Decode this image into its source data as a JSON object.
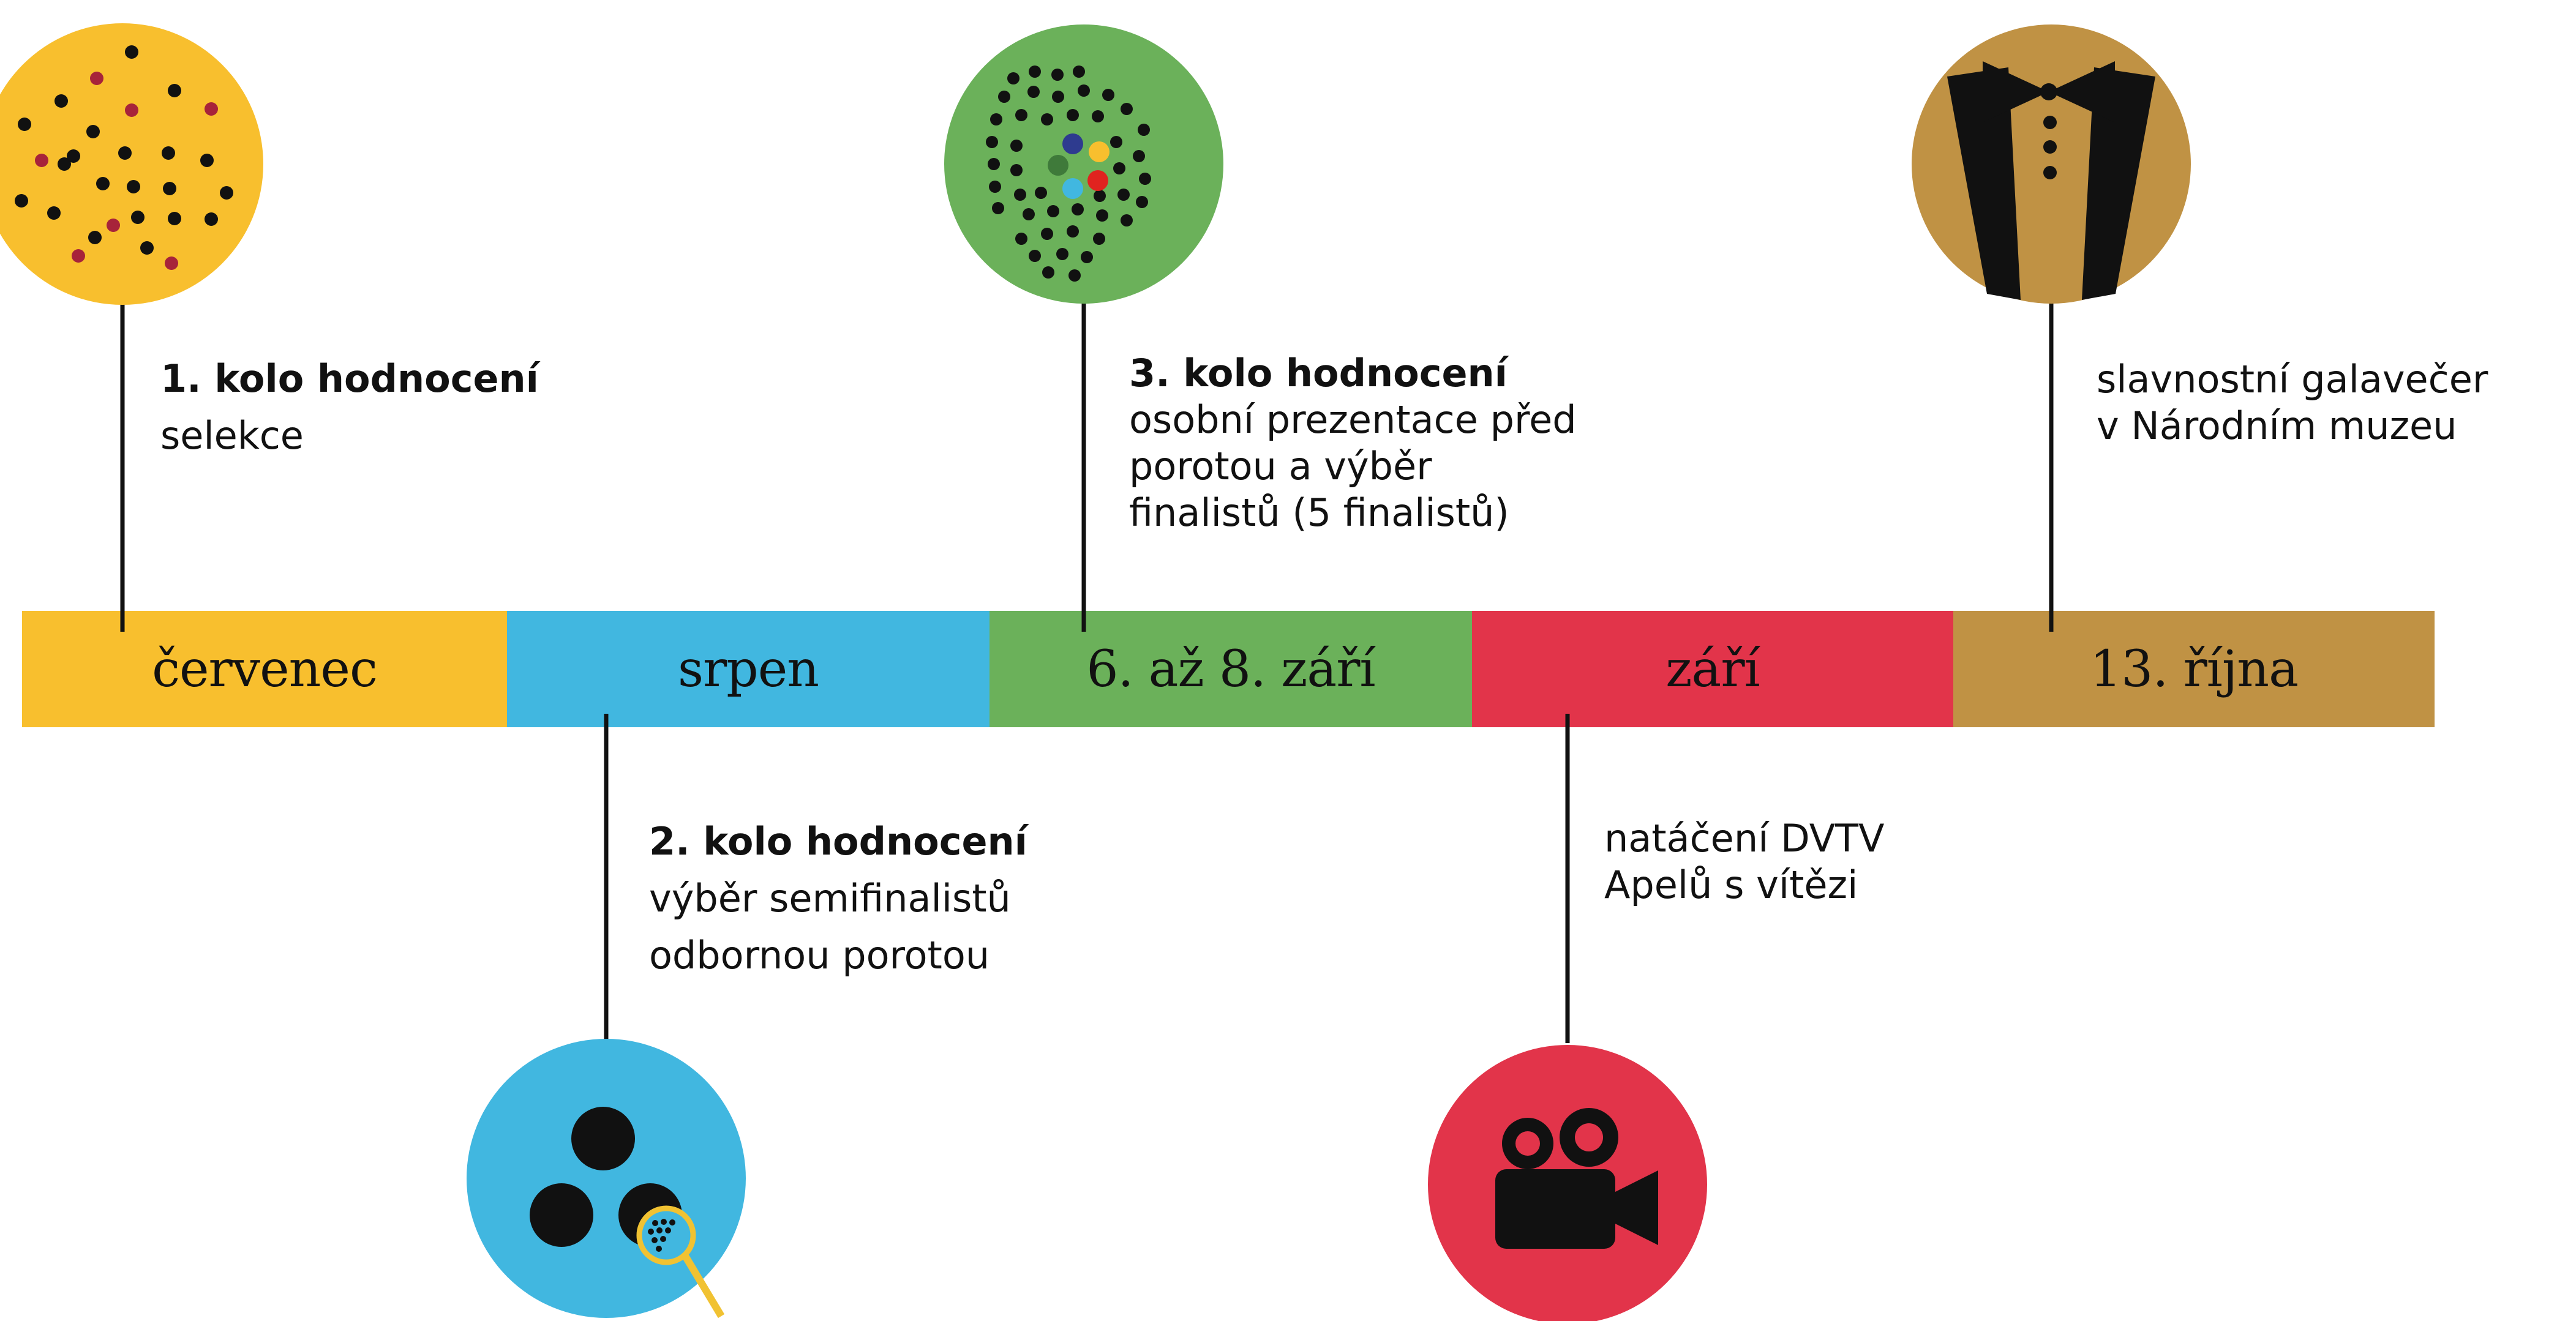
{
  "timeline": {
    "segments": [
      {
        "label": "červenec",
        "color": "#f8bf2e"
      },
      {
        "label": "srpen",
        "color": "#41b7e0"
      },
      {
        "label": "6. až 8. září",
        "color": "#6bb15a"
      },
      {
        "label": "září",
        "color": "#e2344a"
      },
      {
        "label": "13. října",
        "color": "#c09244"
      }
    ]
  },
  "milestones": {
    "round1": {
      "heading": "1. kolo hodnocení",
      "body": "selekce"
    },
    "round2": {
      "heading": "2. kolo hodnocení",
      "body": [
        "výběr semifinalistů",
        "odbornou porotou"
      ]
    },
    "round3": {
      "heading": "3. kolo hodnocení",
      "body": [
        "osobní prezentace před",
        "porotou a výběr",
        "finalistů (5 finalistů)"
      ]
    },
    "filming": {
      "body": [
        "natáčení DVTV",
        "Apelů s vítězi"
      ]
    },
    "gala": {
      "body": [
        "slavnostní galavečer",
        "v Národním muzeu"
      ]
    }
  },
  "icons": {
    "selection": {
      "name": "dots-selection-icon",
      "color": "#f8bf2e"
    },
    "magnifier": {
      "name": "magnifier-dots-icon",
      "color": "#41b7e0"
    },
    "finalists": {
      "name": "crowd-finalists-icon",
      "color": "#6bb15a"
    },
    "camera": {
      "name": "movie-camera-icon",
      "color": "#e2344a"
    },
    "tuxedo": {
      "name": "tuxedo-bowtie-icon",
      "color": "#c09244"
    }
  },
  "colors": {
    "ink": "#111111",
    "red_dot": "#a7233a",
    "lens": "#f1c232"
  }
}
